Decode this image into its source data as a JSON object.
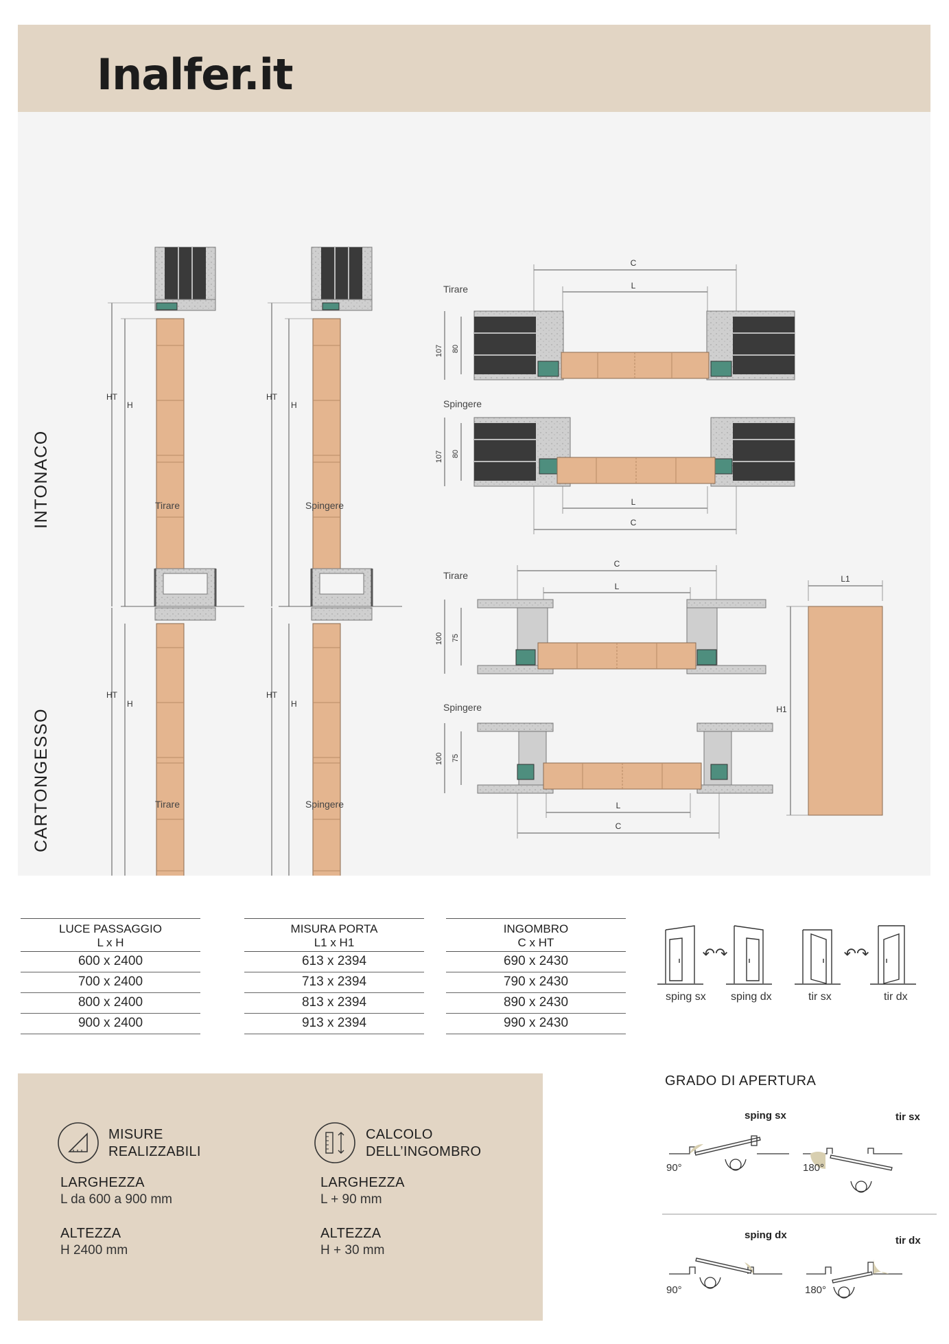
{
  "header": {
    "brand": "Inalfer.it",
    "background": "#e2d5c4"
  },
  "drawings": {
    "section_1": "INTONACO",
    "section_2": "CARTONGESSO",
    "views": {
      "tirare": "Tirare",
      "spingere": "Spingere"
    },
    "dims": {
      "ht": "HT",
      "h": "H",
      "c": "C",
      "l": "L",
      "l1": "L1",
      "h1": "H1",
      "d107": "107",
      "d80": "80",
      "d100": "100",
      "d75": "75"
    },
    "colors": {
      "door": "#e4b58f",
      "wall": "#c8c8c8",
      "panel": "#3d3d3d",
      "frame": "#4e8e7e"
    }
  },
  "tables": [
    {
      "title": "LUCE PASSAGGIO",
      "subtitle": "L x H",
      "rows": [
        "600 x 2400",
        "700 x 2400",
        "800 x 2400",
        "900 x 2400"
      ]
    },
    {
      "title": "MISURA PORTA",
      "subtitle": "L1 x H1",
      "rows": [
        "613 x 2394",
        "713 x 2394",
        "813 x 2394",
        "913 x 2394"
      ]
    },
    {
      "title": "INGOMBRO",
      "subtitle": "C x HT",
      "rows": [
        "690 x 2430",
        "790 x 2430",
        "890 x 2430",
        "990 x 2430"
      ]
    }
  ],
  "door_types": [
    "sping sx",
    "sping dx",
    "tir sx",
    "tir dx"
  ],
  "info": {
    "misure": {
      "title_line1": "MISURE",
      "title_line2": "REALIZZABILI",
      "larghezza_label": "LARGHEZZA",
      "larghezza_value": "L da 600 a 900 mm",
      "altezza_label": "ALTEZZA",
      "altezza_value": "H 2400 mm"
    },
    "calcolo": {
      "title_line1": "CALCOLO",
      "title_line2": "DELL’INGOMBRO",
      "larghezza_label": "LARGHEZZA",
      "larghezza_value": "L + 90 mm",
      "altezza_label": "ALTEZZA",
      "altezza_value": "H + 30 mm"
    }
  },
  "opening": {
    "title": "GRADO DI APERTURA",
    "items": [
      {
        "label": "sping sx",
        "degree": "90°"
      },
      {
        "label": "tir sx",
        "degree": "180°"
      },
      {
        "label": "sping dx",
        "degree": "90°"
      },
      {
        "label": "tir dx",
        "degree": "180°"
      }
    ]
  }
}
